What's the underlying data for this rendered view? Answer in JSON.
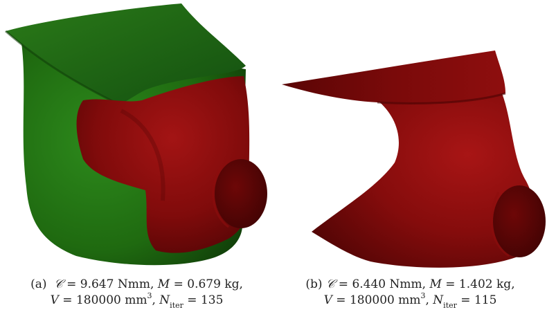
{
  "colors": {
    "green_surface": "#1f6a10",
    "green_dark": "#0f3a08",
    "red_surface": "#8b0d0d",
    "red_dark": "#4a0404",
    "background": "#ffffff"
  },
  "panels": [
    {
      "label": "(a)",
      "compliance_symbol": "𝒞",
      "compliance_value": "9.647 Nmm",
      "mass_symbol": "M",
      "mass_value": "0.679 kg",
      "volume_symbol": "V",
      "volume_value": "180000 mm",
      "volume_exp": "3",
      "iter_symbol": "N",
      "iter_sub": "iter",
      "iter_value": "135"
    },
    {
      "label": "(b)",
      "compliance_symbol": "𝒞",
      "compliance_value": "6.440 Nmm",
      "mass_symbol": "M",
      "mass_value": "1.402 kg",
      "volume_symbol": "V",
      "volume_value": "180000 mm",
      "volume_exp": "3",
      "iter_symbol": "N",
      "iter_sub": "iter",
      "iter_value": "115"
    }
  ]
}
